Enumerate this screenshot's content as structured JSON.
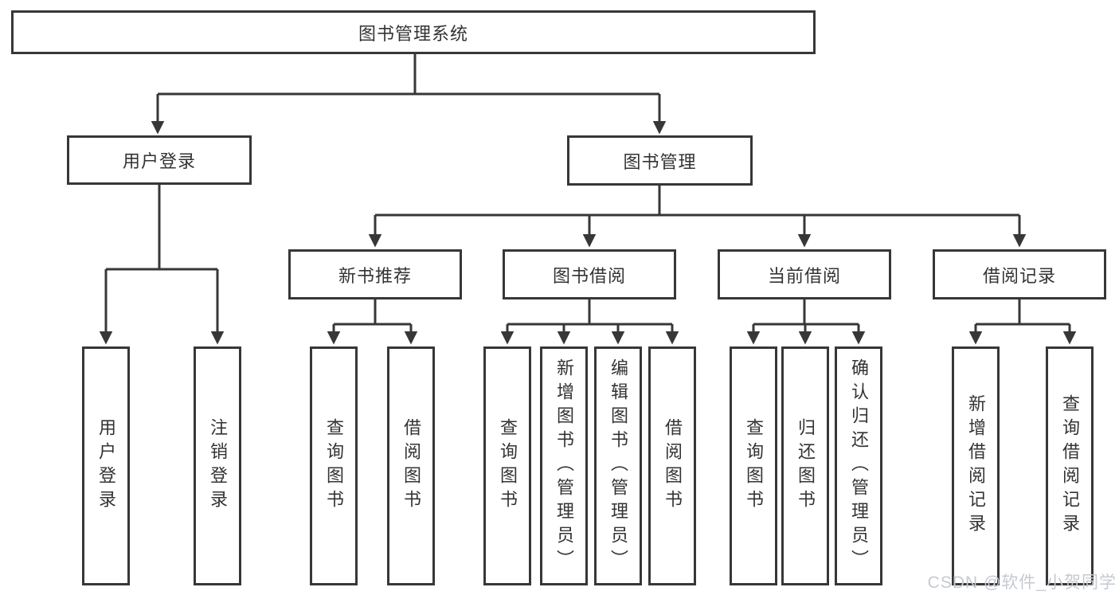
{
  "diagram_type": "hierarchy-tree",
  "colors": {
    "line": "#373737",
    "box_border": "#373737",
    "text": "#333333",
    "background": "#ffffff",
    "watermark": "#c6c9d1"
  },
  "tree": {
    "label": "图书管理系统",
    "children": [
      {
        "label": "用户登录",
        "children": [
          {
            "label": "用户登录"
          },
          {
            "label": "注销登录"
          }
        ]
      },
      {
        "label": "图书管理",
        "children": [
          {
            "label": "新书推荐",
            "children": [
              {
                "label": "查询图书"
              },
              {
                "label": "借阅图书"
              }
            ]
          },
          {
            "label": "图书借阅",
            "children": [
              {
                "label": "查询图书"
              },
              {
                "label": "新增图书（管理员）"
              },
              {
                "label": "编辑图书（管理员）"
              },
              {
                "label": "借阅图书"
              }
            ]
          },
          {
            "label": "当前借阅",
            "children": [
              {
                "label": "查询图书"
              },
              {
                "label": "归还图书"
              },
              {
                "label": "确认归还（管理员）"
              }
            ]
          },
          {
            "label": "借阅记录",
            "children": [
              {
                "label": "新增借阅记录"
              },
              {
                "label": "查询借阅记录"
              }
            ]
          }
        ]
      }
    ]
  },
  "watermark": {
    "text": "CSDN @软件_小贺同学"
  }
}
